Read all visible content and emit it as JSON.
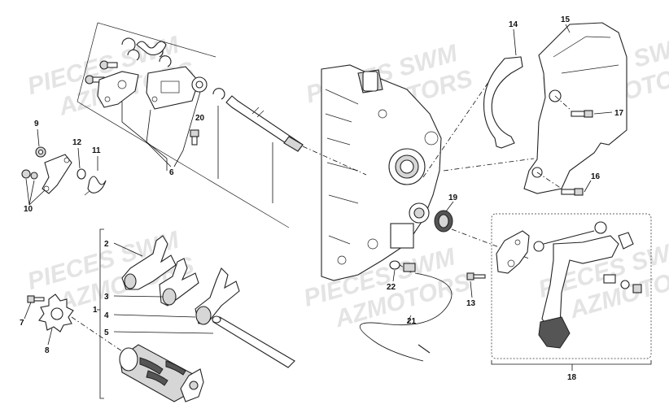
{
  "watermark": {
    "line1": "PIECES SWM",
    "line2": "AZMOTORS"
  },
  "callouts": {
    "c1": "1",
    "c2": "2",
    "c3": "3",
    "c4": "4",
    "c5": "5",
    "c6": "6",
    "c7": "7",
    "c8": "8",
    "c9": "9",
    "c10": "10",
    "c11": "11",
    "c12": "12",
    "c13": "13",
    "c14": "14",
    "c15": "15",
    "c16": "16",
    "c17": "17",
    "c18": "18",
    "c19": "19",
    "c20": "20",
    "c21": "21",
    "c22": "22"
  }
}
